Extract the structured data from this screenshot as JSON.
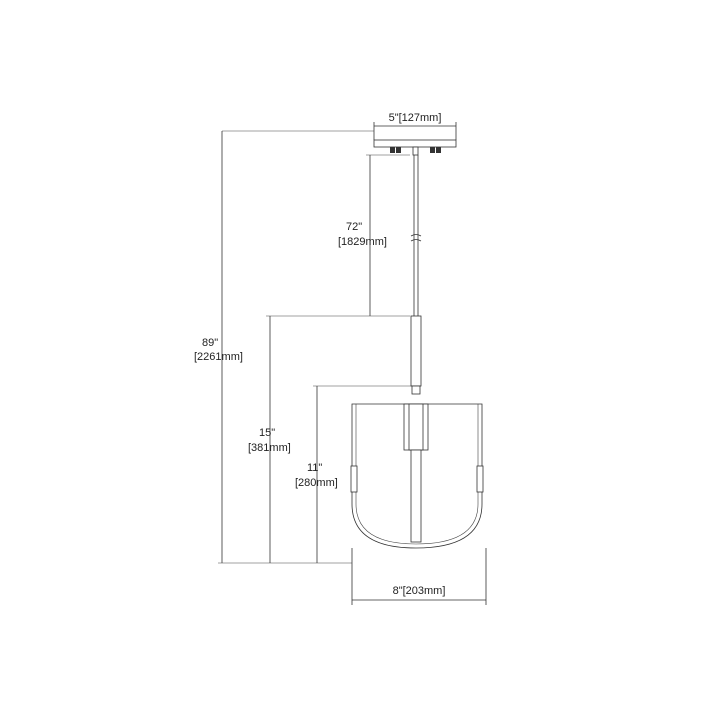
{
  "dimensions": {
    "canopy_width": "5\"[127mm]",
    "chain_length_in": "72\"",
    "chain_length_mm": "[1829mm]",
    "overall_height_in": "89\"",
    "overall_height_mm": "[2261mm]",
    "fixture_height_in": "15\"",
    "fixture_height_mm": "[381mm]",
    "shade_height_in": "11\"",
    "shade_height_mm": "[280mm]",
    "shade_width": "8\"[203mm]"
  },
  "colors": {
    "line": "#333333",
    "background": "#ffffff"
  }
}
